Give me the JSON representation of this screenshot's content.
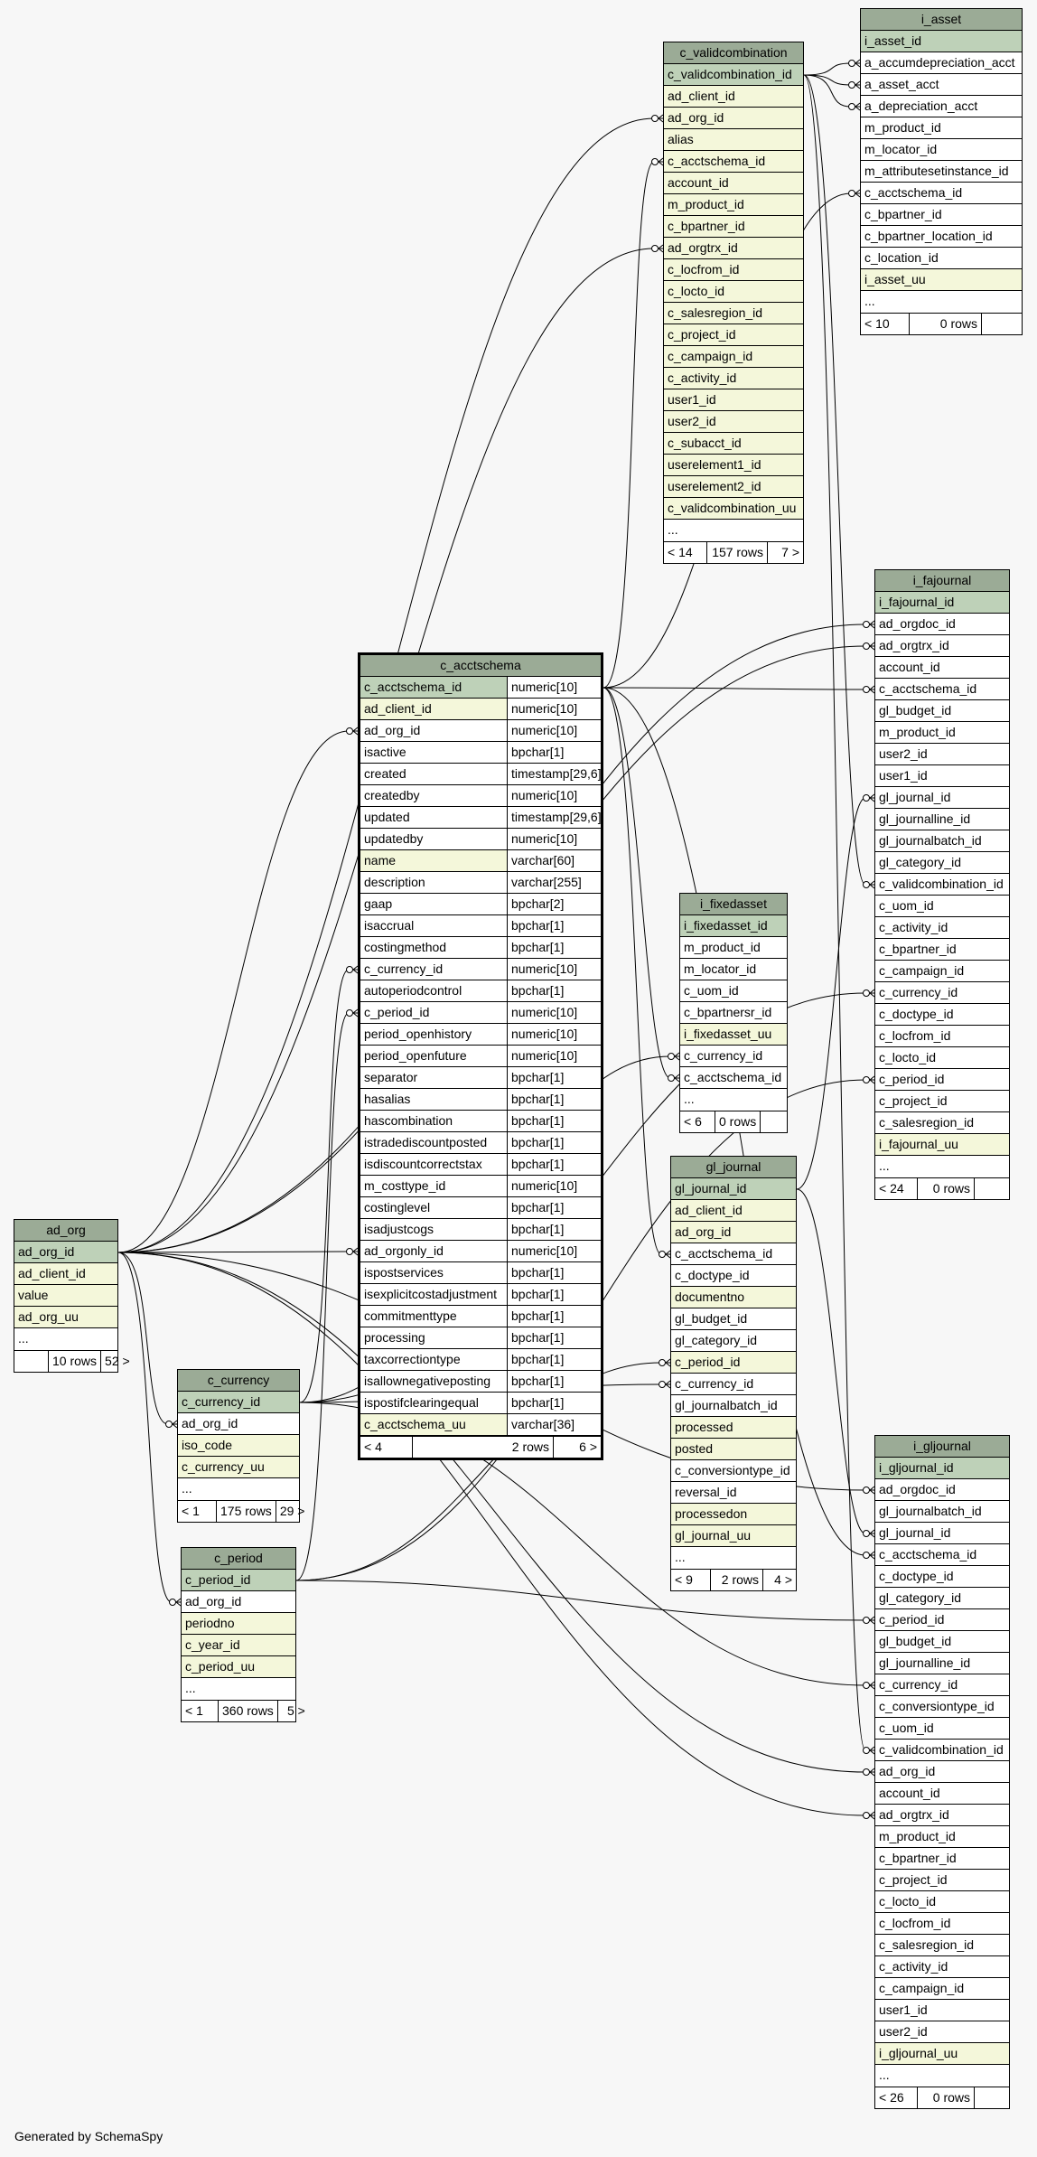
{
  "footer": "Generated by SchemaSpy",
  "colors": {
    "title": "#9bab96",
    "pk": "#bed1b8",
    "indexed": "#f4f7da",
    "background": "#f7f7f7"
  },
  "tables": {
    "ad_org": {
      "name": "ad_org",
      "columns": [
        {
          "name": "ad_org_id",
          "kind": "pk"
        },
        {
          "name": "ad_client_id",
          "kind": "idx"
        },
        {
          "name": "value",
          "kind": "idx"
        },
        {
          "name": "ad_org_uu",
          "kind": "idx"
        },
        {
          "name": "...",
          "kind": "ell"
        }
      ],
      "footer": {
        "left": "",
        "mid": "10 rows",
        "right": "52 >"
      }
    },
    "c_currency": {
      "name": "c_currency",
      "columns": [
        {
          "name": "c_currency_id",
          "kind": "pk"
        },
        {
          "name": "ad_org_id",
          "kind": ""
        },
        {
          "name": "iso_code",
          "kind": "idx"
        },
        {
          "name": "c_currency_uu",
          "kind": "idx"
        },
        {
          "name": "...",
          "kind": "ell"
        }
      ],
      "footer": {
        "left": "< 1",
        "mid": "175 rows",
        "right": "29 >"
      }
    },
    "c_period": {
      "name": "c_period",
      "columns": [
        {
          "name": "c_period_id",
          "kind": "pk"
        },
        {
          "name": "ad_org_id",
          "kind": ""
        },
        {
          "name": "periodno",
          "kind": "idx"
        },
        {
          "name": "c_year_id",
          "kind": "idx"
        },
        {
          "name": "c_period_uu",
          "kind": "idx"
        },
        {
          "name": "...",
          "kind": "ell"
        }
      ],
      "footer": {
        "left": "< 1",
        "mid": "360 rows",
        "right": "5 >"
      }
    },
    "c_acctschema": {
      "name": "c_acctschema",
      "columns": [
        {
          "name": "c_acctschema_id",
          "type": "numeric[10]",
          "kind": "pk"
        },
        {
          "name": "ad_client_id",
          "type": "numeric[10]",
          "kind": "idx"
        },
        {
          "name": "ad_org_id",
          "type": "numeric[10]",
          "kind": ""
        },
        {
          "name": "isactive",
          "type": "bpchar[1]",
          "kind": ""
        },
        {
          "name": "created",
          "type": "timestamp[29,6]",
          "kind": ""
        },
        {
          "name": "createdby",
          "type": "numeric[10]",
          "kind": ""
        },
        {
          "name": "updated",
          "type": "timestamp[29,6]",
          "kind": ""
        },
        {
          "name": "updatedby",
          "type": "numeric[10]",
          "kind": ""
        },
        {
          "name": "name",
          "type": "varchar[60]",
          "kind": "idx"
        },
        {
          "name": "description",
          "type": "varchar[255]",
          "kind": ""
        },
        {
          "name": "gaap",
          "type": "bpchar[2]",
          "kind": ""
        },
        {
          "name": "isaccrual",
          "type": "bpchar[1]",
          "kind": ""
        },
        {
          "name": "costingmethod",
          "type": "bpchar[1]",
          "kind": ""
        },
        {
          "name": "c_currency_id",
          "type": "numeric[10]",
          "kind": ""
        },
        {
          "name": "autoperiodcontrol",
          "type": "bpchar[1]",
          "kind": ""
        },
        {
          "name": "c_period_id",
          "type": "numeric[10]",
          "kind": ""
        },
        {
          "name": "period_openhistory",
          "type": "numeric[10]",
          "kind": ""
        },
        {
          "name": "period_openfuture",
          "type": "numeric[10]",
          "kind": ""
        },
        {
          "name": "separator",
          "type": "bpchar[1]",
          "kind": ""
        },
        {
          "name": "hasalias",
          "type": "bpchar[1]",
          "kind": ""
        },
        {
          "name": "hascombination",
          "type": "bpchar[1]",
          "kind": ""
        },
        {
          "name": "istradediscountposted",
          "type": "bpchar[1]",
          "kind": ""
        },
        {
          "name": "isdiscountcorrectstax",
          "type": "bpchar[1]",
          "kind": ""
        },
        {
          "name": "m_costtype_id",
          "type": "numeric[10]",
          "kind": ""
        },
        {
          "name": "costinglevel",
          "type": "bpchar[1]",
          "kind": ""
        },
        {
          "name": "isadjustcogs",
          "type": "bpchar[1]",
          "kind": ""
        },
        {
          "name": "ad_orgonly_id",
          "type": "numeric[10]",
          "kind": ""
        },
        {
          "name": "ispostservices",
          "type": "bpchar[1]",
          "kind": ""
        },
        {
          "name": "isexplicitcostadjustment",
          "type": "bpchar[1]",
          "kind": ""
        },
        {
          "name": "commitmenttype",
          "type": "bpchar[1]",
          "kind": ""
        },
        {
          "name": "processing",
          "type": "bpchar[1]",
          "kind": ""
        },
        {
          "name": "taxcorrectiontype",
          "type": "bpchar[1]",
          "kind": ""
        },
        {
          "name": "isallownegativeposting",
          "type": "bpchar[1]",
          "kind": ""
        },
        {
          "name": "ispostifclearingequal",
          "type": "bpchar[1]",
          "kind": ""
        },
        {
          "name": "c_acctschema_uu",
          "type": "varchar[36]",
          "kind": "idx"
        }
      ],
      "footer": {
        "left": "< 4",
        "mid": "2 rows",
        "right": "6 >"
      }
    },
    "c_validcombination": {
      "name": "c_validcombination",
      "columns": [
        {
          "name": "c_validcombination_id",
          "kind": "pk"
        },
        {
          "name": "ad_client_id",
          "kind": "idx"
        },
        {
          "name": "ad_org_id",
          "kind": "idx"
        },
        {
          "name": "alias",
          "kind": "idx"
        },
        {
          "name": "c_acctschema_id",
          "kind": "idx"
        },
        {
          "name": "account_id",
          "kind": "idx"
        },
        {
          "name": "m_product_id",
          "kind": "idx"
        },
        {
          "name": "c_bpartner_id",
          "kind": "idx"
        },
        {
          "name": "ad_orgtrx_id",
          "kind": "idx"
        },
        {
          "name": "c_locfrom_id",
          "kind": "idx"
        },
        {
          "name": "c_locto_id",
          "kind": "idx"
        },
        {
          "name": "c_salesregion_id",
          "kind": "idx"
        },
        {
          "name": "c_project_id",
          "kind": "idx"
        },
        {
          "name": "c_campaign_id",
          "kind": "idx"
        },
        {
          "name": "c_activity_id",
          "kind": "idx"
        },
        {
          "name": "user1_id",
          "kind": "idx"
        },
        {
          "name": "user2_id",
          "kind": "idx"
        },
        {
          "name": "c_subacct_id",
          "kind": "idx"
        },
        {
          "name": "userelement1_id",
          "kind": "idx"
        },
        {
          "name": "userelement2_id",
          "kind": "idx"
        },
        {
          "name": "c_validcombination_uu",
          "kind": "idx"
        },
        {
          "name": "...",
          "kind": "ell"
        }
      ],
      "footer": {
        "left": "< 14",
        "mid": "157 rows",
        "right": "7 >"
      }
    },
    "i_asset": {
      "name": "i_asset",
      "columns": [
        {
          "name": "i_asset_id",
          "kind": "pk"
        },
        {
          "name": "a_accumdepreciation_acct",
          "kind": ""
        },
        {
          "name": "a_asset_acct",
          "kind": ""
        },
        {
          "name": "a_depreciation_acct",
          "kind": ""
        },
        {
          "name": "m_product_id",
          "kind": ""
        },
        {
          "name": "m_locator_id",
          "kind": ""
        },
        {
          "name": "m_attributesetinstance_id",
          "kind": ""
        },
        {
          "name": "c_acctschema_id",
          "kind": ""
        },
        {
          "name": "c_bpartner_id",
          "kind": ""
        },
        {
          "name": "c_bpartner_location_id",
          "kind": ""
        },
        {
          "name": "c_location_id",
          "kind": ""
        },
        {
          "name": "i_asset_uu",
          "kind": "idx"
        },
        {
          "name": "...",
          "kind": "ell"
        }
      ],
      "footer": {
        "left": "< 10",
        "mid": "0 rows",
        "right": ""
      }
    },
    "i_fajournal": {
      "name": "i_fajournal",
      "columns": [
        {
          "name": "i_fajournal_id",
          "kind": "pk"
        },
        {
          "name": "ad_orgdoc_id",
          "kind": ""
        },
        {
          "name": "ad_orgtrx_id",
          "kind": ""
        },
        {
          "name": "account_id",
          "kind": ""
        },
        {
          "name": "c_acctschema_id",
          "kind": ""
        },
        {
          "name": "gl_budget_id",
          "kind": ""
        },
        {
          "name": "m_product_id",
          "kind": ""
        },
        {
          "name": "user2_id",
          "kind": ""
        },
        {
          "name": "user1_id",
          "kind": ""
        },
        {
          "name": "gl_journal_id",
          "kind": ""
        },
        {
          "name": "gl_journalline_id",
          "kind": ""
        },
        {
          "name": "gl_journalbatch_id",
          "kind": ""
        },
        {
          "name": "gl_category_id",
          "kind": ""
        },
        {
          "name": "c_validcombination_id",
          "kind": ""
        },
        {
          "name": "c_uom_id",
          "kind": ""
        },
        {
          "name": "c_activity_id",
          "kind": ""
        },
        {
          "name": "c_bpartner_id",
          "kind": ""
        },
        {
          "name": "c_campaign_id",
          "kind": ""
        },
        {
          "name": "c_currency_id",
          "kind": ""
        },
        {
          "name": "c_doctype_id",
          "kind": ""
        },
        {
          "name": "c_locfrom_id",
          "kind": ""
        },
        {
          "name": "c_locto_id",
          "kind": ""
        },
        {
          "name": "c_period_id",
          "kind": ""
        },
        {
          "name": "c_project_id",
          "kind": ""
        },
        {
          "name": "c_salesregion_id",
          "kind": ""
        },
        {
          "name": "i_fajournal_uu",
          "kind": "idx"
        },
        {
          "name": "...",
          "kind": "ell"
        }
      ],
      "footer": {
        "left": "< 24",
        "mid": "0 rows",
        "right": ""
      }
    },
    "i_fixedasset": {
      "name": "i_fixedasset",
      "columns": [
        {
          "name": "i_fixedasset_id",
          "kind": "pk"
        },
        {
          "name": "m_product_id",
          "kind": ""
        },
        {
          "name": "m_locator_id",
          "kind": ""
        },
        {
          "name": "c_uom_id",
          "kind": ""
        },
        {
          "name": "c_bpartnersr_id",
          "kind": ""
        },
        {
          "name": "i_fixedasset_uu",
          "kind": "idx"
        },
        {
          "name": "c_currency_id",
          "kind": ""
        },
        {
          "name": "c_acctschema_id",
          "kind": ""
        },
        {
          "name": "...",
          "kind": "ell"
        }
      ],
      "footer": {
        "left": "< 6",
        "mid": "0 rows",
        "right": ""
      }
    },
    "gl_journal": {
      "name": "gl_journal",
      "columns": [
        {
          "name": "gl_journal_id",
          "kind": "pk"
        },
        {
          "name": "ad_client_id",
          "kind": "idx"
        },
        {
          "name": "ad_org_id",
          "kind": "idx"
        },
        {
          "name": "c_acctschema_id",
          "kind": ""
        },
        {
          "name": "c_doctype_id",
          "kind": ""
        },
        {
          "name": "documentno",
          "kind": "idx"
        },
        {
          "name": "gl_budget_id",
          "kind": ""
        },
        {
          "name": "gl_category_id",
          "kind": ""
        },
        {
          "name": "c_period_id",
          "kind": "idx"
        },
        {
          "name": "c_currency_id",
          "kind": ""
        },
        {
          "name": "gl_journalbatch_id",
          "kind": ""
        },
        {
          "name": "processed",
          "kind": "idx"
        },
        {
          "name": "posted",
          "kind": "idx"
        },
        {
          "name": "c_conversiontype_id",
          "kind": ""
        },
        {
          "name": "reversal_id",
          "kind": ""
        },
        {
          "name": "processedon",
          "kind": "idx"
        },
        {
          "name": "gl_journal_uu",
          "kind": "idx"
        },
        {
          "name": "...",
          "kind": "ell"
        }
      ],
      "footer": {
        "left": "< 9",
        "mid": "2 rows",
        "right": "4 >"
      }
    },
    "i_gljournal": {
      "name": "i_gljournal",
      "columns": [
        {
          "name": "i_gljournal_id",
          "kind": "pk"
        },
        {
          "name": "ad_orgdoc_id",
          "kind": ""
        },
        {
          "name": "gl_journalbatch_id",
          "kind": ""
        },
        {
          "name": "gl_journal_id",
          "kind": ""
        },
        {
          "name": "c_acctschema_id",
          "kind": ""
        },
        {
          "name": "c_doctype_id",
          "kind": ""
        },
        {
          "name": "gl_category_id",
          "kind": ""
        },
        {
          "name": "c_period_id",
          "kind": ""
        },
        {
          "name": "gl_budget_id",
          "kind": ""
        },
        {
          "name": "gl_journalline_id",
          "kind": ""
        },
        {
          "name": "c_currency_id",
          "kind": ""
        },
        {
          "name": "c_conversiontype_id",
          "kind": ""
        },
        {
          "name": "c_uom_id",
          "kind": ""
        },
        {
          "name": "c_validcombination_id",
          "kind": ""
        },
        {
          "name": "ad_org_id",
          "kind": ""
        },
        {
          "name": "account_id",
          "kind": ""
        },
        {
          "name": "ad_orgtrx_id",
          "kind": ""
        },
        {
          "name": "m_product_id",
          "kind": ""
        },
        {
          "name": "c_bpartner_id",
          "kind": ""
        },
        {
          "name": "c_project_id",
          "kind": ""
        },
        {
          "name": "c_locto_id",
          "kind": ""
        },
        {
          "name": "c_locfrom_id",
          "kind": ""
        },
        {
          "name": "c_salesregion_id",
          "kind": ""
        },
        {
          "name": "c_activity_id",
          "kind": ""
        },
        {
          "name": "c_campaign_id",
          "kind": ""
        },
        {
          "name": "user1_id",
          "kind": ""
        },
        {
          "name": "user2_id",
          "kind": ""
        },
        {
          "name": "i_gljournal_uu",
          "kind": "idx"
        },
        {
          "name": "...",
          "kind": "ell"
        }
      ],
      "footer": {
        "left": "< 26",
        "mid": "0 rows",
        "right": ""
      }
    }
  },
  "relationships": [
    {
      "from": "ad_org.ad_org_id",
      "to": "c_validcombination.ad_org_id"
    },
    {
      "from": "ad_org.ad_org_id",
      "to": "c_validcombination.ad_orgtrx_id"
    },
    {
      "from": "ad_org.ad_org_id",
      "to": "i_fajournal.ad_orgdoc_id"
    },
    {
      "from": "ad_org.ad_org_id",
      "to": "i_fajournal.ad_orgtrx_id"
    },
    {
      "from": "ad_org.ad_org_id",
      "to": "c_acctschema.ad_org_id"
    },
    {
      "from": "ad_org.ad_org_id",
      "to": "c_acctschema.ad_orgonly_id"
    },
    {
      "from": "ad_org.ad_org_id",
      "to": "c_currency.ad_org_id"
    },
    {
      "from": "ad_org.ad_org_id",
      "to": "c_period.ad_org_id"
    },
    {
      "from": "ad_org.ad_org_id",
      "to": "i_gljournal.ad_orgdoc_id"
    },
    {
      "from": "ad_org.ad_org_id",
      "to": "i_gljournal.ad_org_id"
    },
    {
      "from": "ad_org.ad_org_id",
      "to": "i_gljournal.ad_orgtrx_id"
    },
    {
      "from": "c_currency.c_currency_id",
      "to": "c_acctschema.c_currency_id"
    },
    {
      "from": "c_currency.c_currency_id",
      "to": "i_fixedasset.c_currency_id"
    },
    {
      "from": "c_currency.c_currency_id",
      "to": "gl_journal.c_currency_id"
    },
    {
      "from": "c_currency.c_currency_id",
      "to": "i_fajournal.c_currency_id"
    },
    {
      "from": "c_currency.c_currency_id",
      "to": "i_gljournal.c_currency_id"
    },
    {
      "from": "c_period.c_period_id",
      "to": "c_acctschema.c_period_id"
    },
    {
      "from": "c_period.c_period_id",
      "to": "gl_journal.c_period_id"
    },
    {
      "from": "c_period.c_period_id",
      "to": "i_fajournal.c_period_id"
    },
    {
      "from": "c_period.c_period_id",
      "to": "i_gljournal.c_period_id"
    },
    {
      "from": "c_acctschema.c_acctschema_id",
      "to": "c_validcombination.c_acctschema_id"
    },
    {
      "from": "c_acctschema.c_acctschema_id",
      "to": "i_asset.c_acctschema_id"
    },
    {
      "from": "c_acctschema.c_acctschema_id",
      "to": "i_fajournal.c_acctschema_id"
    },
    {
      "from": "c_acctschema.c_acctschema_id",
      "to": "i_fixedasset.c_acctschema_id"
    },
    {
      "from": "c_acctschema.c_acctschema_id",
      "to": "gl_journal.c_acctschema_id"
    },
    {
      "from": "c_acctschema.c_acctschema_id",
      "to": "i_gljournal.c_acctschema_id"
    },
    {
      "from": "c_validcombination.c_validcombination_id",
      "to": "i_asset.a_accumdepreciation_acct"
    },
    {
      "from": "c_validcombination.c_validcombination_id",
      "to": "i_asset.a_asset_acct"
    },
    {
      "from": "c_validcombination.c_validcombination_id",
      "to": "i_asset.a_depreciation_acct"
    },
    {
      "from": "c_validcombination.c_validcombination_id",
      "to": "i_fajournal.c_validcombination_id"
    },
    {
      "from": "c_validcombination.c_validcombination_id",
      "to": "i_gljournal.c_validcombination_id"
    },
    {
      "from": "gl_journal.gl_journal_id",
      "to": "i_fajournal.gl_journal_id"
    },
    {
      "from": "gl_journal.gl_journal_id",
      "to": "i_gljournal.gl_journal_id"
    }
  ]
}
